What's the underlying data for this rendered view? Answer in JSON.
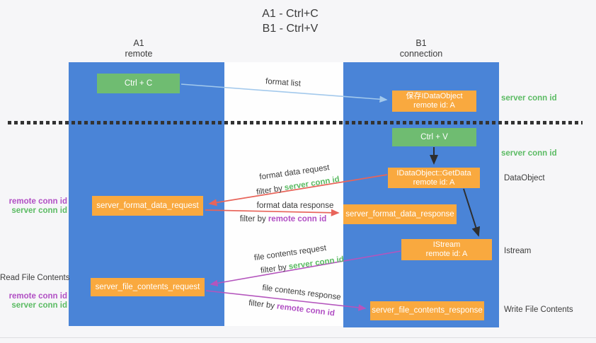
{
  "title": {
    "line1": "A1 - Ctrl+C",
    "line2": "B1 - Ctrl+V"
  },
  "lifelines": {
    "left": {
      "title": "A1",
      "subtitle": "remote"
    },
    "right": {
      "title": "B1",
      "subtitle": "connection"
    }
  },
  "nodes": {
    "ctrl_c": {
      "label": "Ctrl + C"
    },
    "save_dataobject": {
      "line1": "保存IDataObject",
      "line2": "remote id: A"
    },
    "ctrl_v": {
      "label": "Ctrl + V"
    },
    "getdata": {
      "line1": "IDataObject::GetData",
      "line2": "remote id: A"
    },
    "format_request": {
      "label": "server_format_data_request"
    },
    "format_response": {
      "label": "server_format_data_response"
    },
    "istream": {
      "line1": "IStream",
      "line2": "remote id: A"
    },
    "file_request": {
      "label": "server_file_contents_request"
    },
    "file_response": {
      "label": "server_file_contents_response"
    }
  },
  "arrow_labels": {
    "format_list": "format list",
    "format_data_request": "format data request",
    "format_data_response": "format data response",
    "file_contents_request": "file contents request",
    "file_contents_response": "file contents response",
    "filter_by": "filter by",
    "server_conn_id": "server conn id",
    "remote_conn_id": "remote conn id"
  },
  "side_labels": {
    "server_conn_id_top": "server conn id",
    "server_conn_id_mid": "server conn id",
    "dataobject": "DataObject",
    "istream": "Istream",
    "write_file_contents": "Write File Contents",
    "read_file_contents": "Read File Contents",
    "remote_conn_id": "remote conn id",
    "server_conn_id": "server conn id"
  },
  "colors": {
    "blue": "#4a84d7",
    "green": "#6fbc71",
    "orange": "#f9a93f",
    "green_text": "#5bbb63",
    "purple_text": "#b14fc4",
    "red_arrow": "#e8645a",
    "purple_arrow": "#b455bd",
    "light_blue_arrow": "#a3c9ec"
  }
}
